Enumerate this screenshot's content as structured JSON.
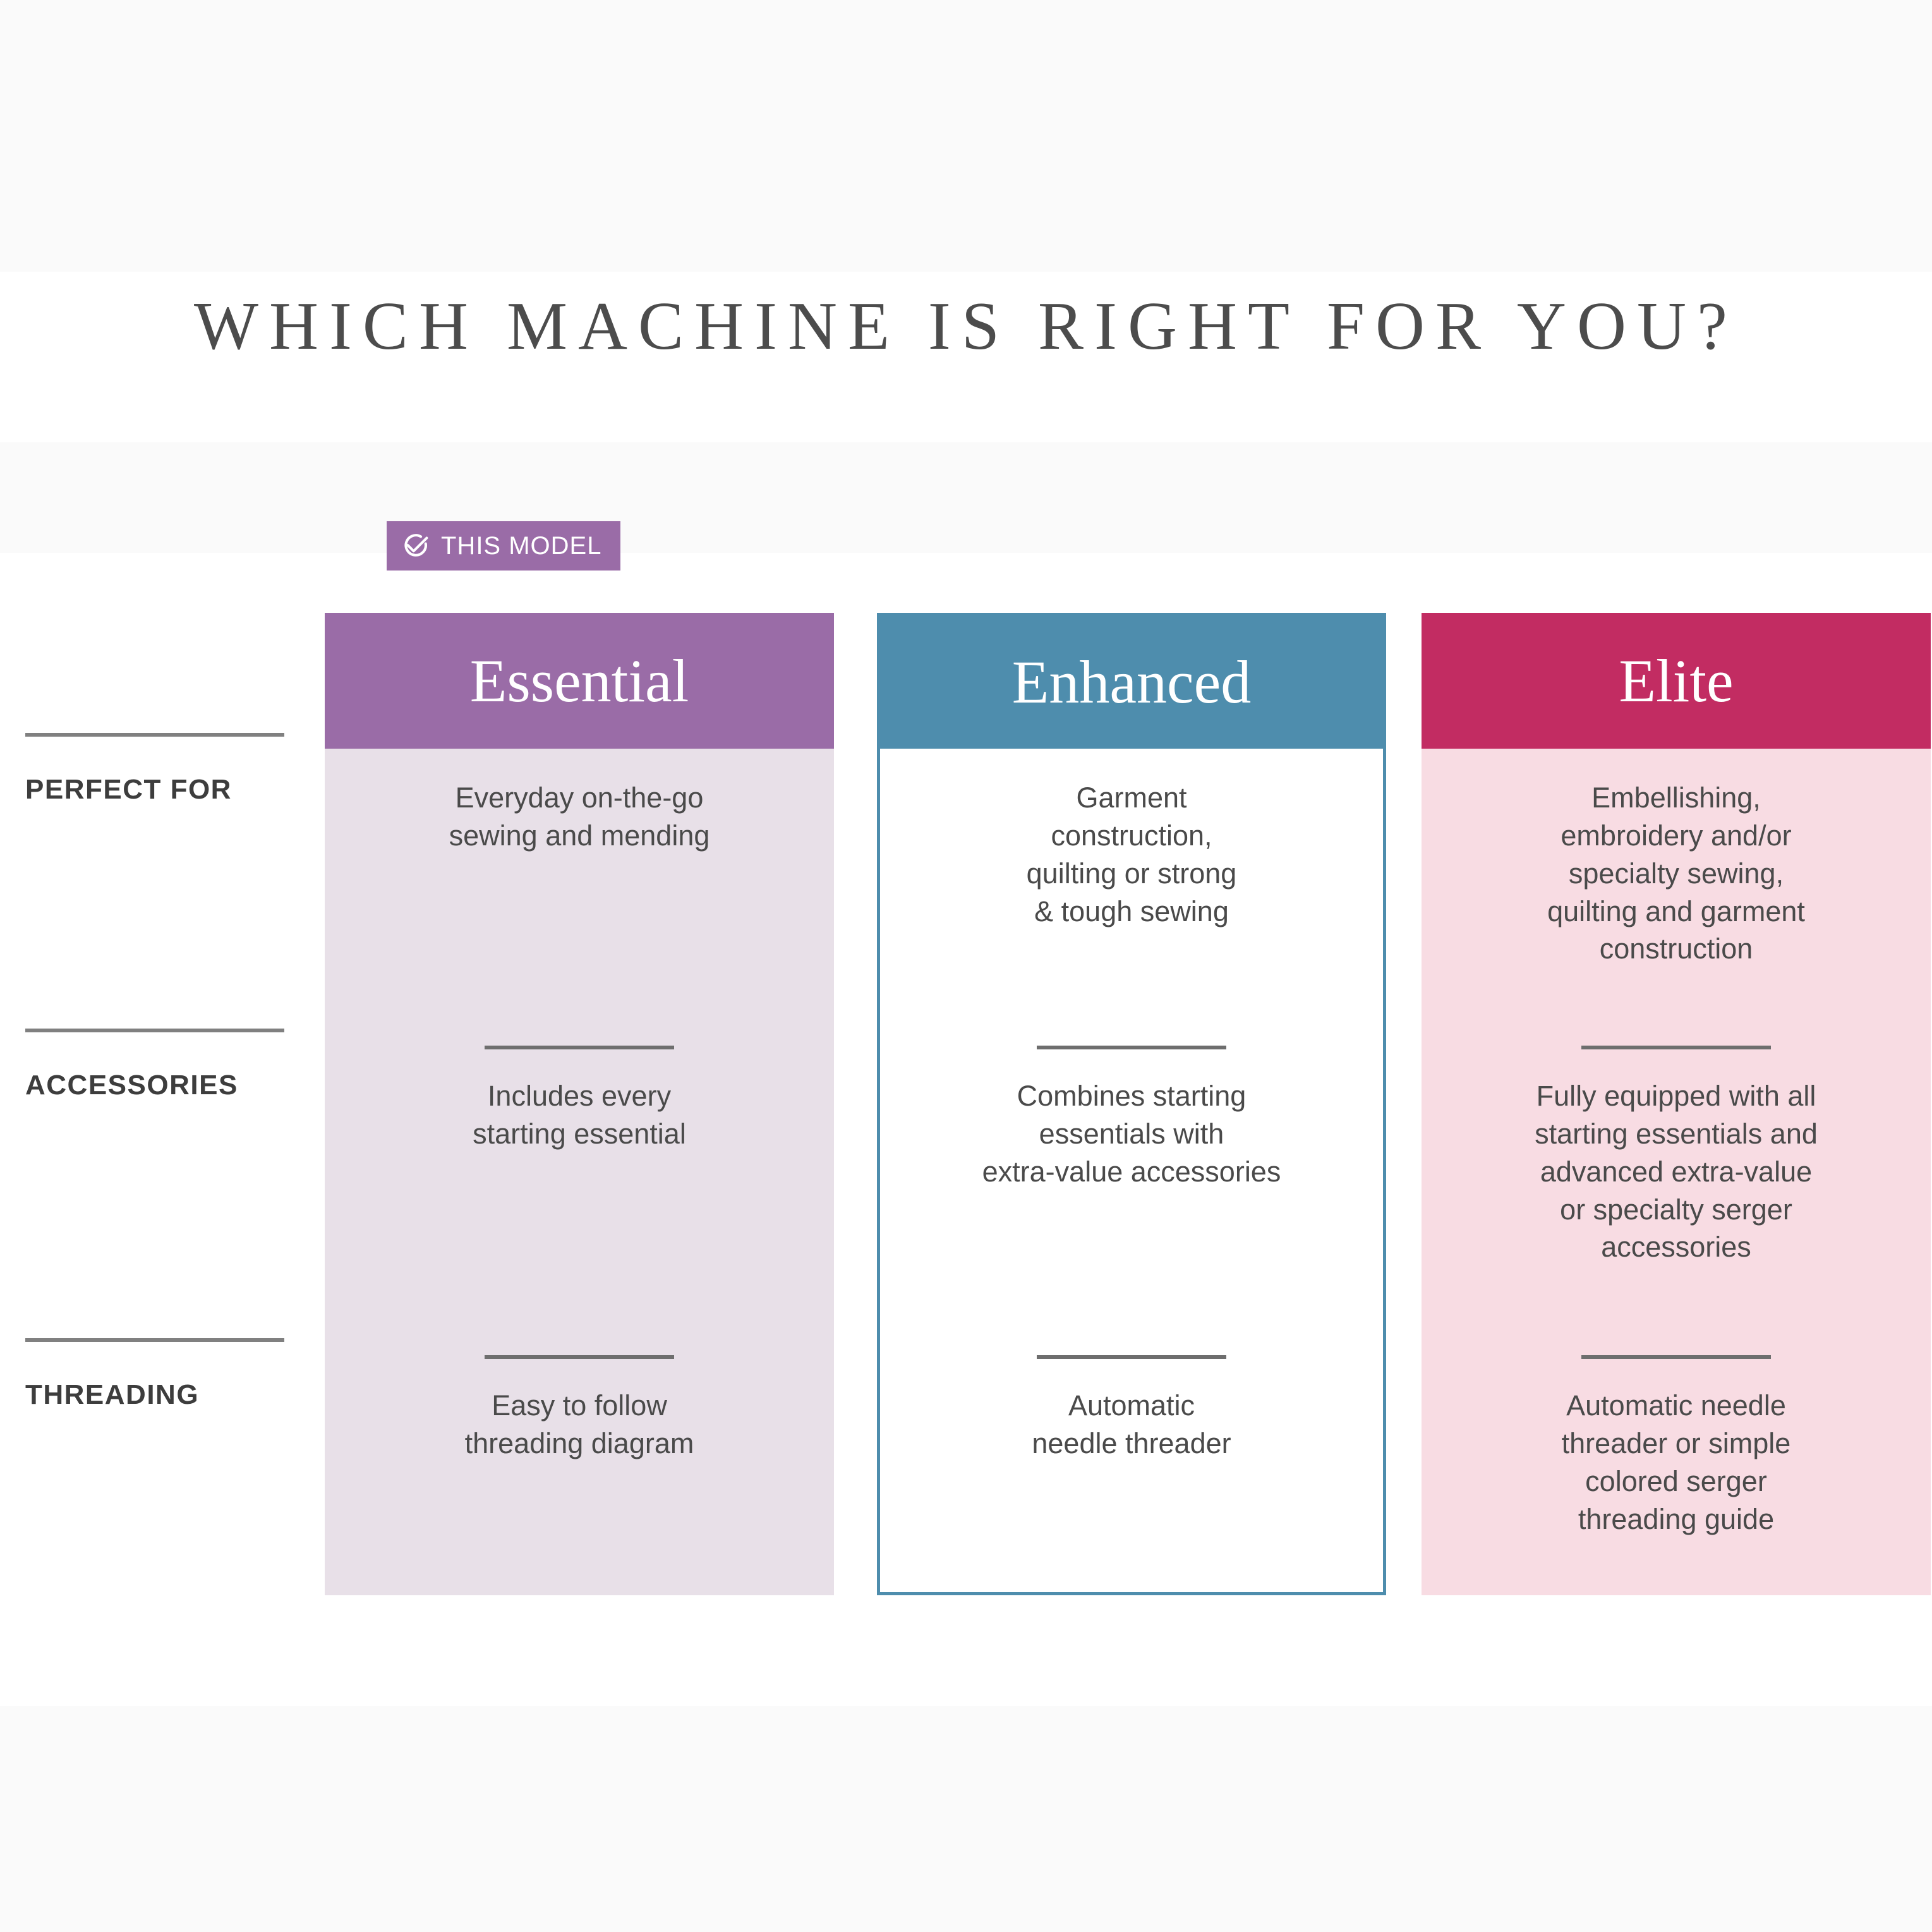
{
  "page": {
    "title": "WHICH MACHINE IS RIGHT FOR YOU?"
  },
  "colors": {
    "essential_header": "#9a6ca7",
    "essential_body": "#e8e0e8",
    "enhanced_header": "#4e8dad",
    "enhanced_body": "#ffffff",
    "elite_header": "#c22c62",
    "elite_body": "#f8dce3",
    "badge": "#9a6ca7",
    "text": "#4a4a4a",
    "rule": "#6e6e6e"
  },
  "badge": {
    "label": "THIS MODEL",
    "icon": "check-circle-icon",
    "applies_to": "Essential"
  },
  "row_labels": [
    "PERFECT FOR",
    "ACCESSORIES",
    "THREADING"
  ],
  "columns": [
    {
      "name": "Essential",
      "highlighted": false,
      "selected": true,
      "cells": [
        "Everyday on-the-go\nsewing and mending",
        "Includes every\nstarting essential",
        "Easy to follow\nthreading diagram"
      ]
    },
    {
      "name": "Enhanced",
      "highlighted": true,
      "selected": false,
      "cells": [
        "Garment\nconstruction,\nquilting or strong\n& tough sewing",
        "Combines starting\nessentials with\nextra-value accessories",
        "Automatic\nneedle threader"
      ]
    },
    {
      "name": "Elite",
      "highlighted": false,
      "selected": false,
      "cells": [
        "Embellishing,\nembroidery and/or\nspecialty sewing,\nquilting and garment\nconstruction",
        "Fully equipped with all\nstarting essentials and\nadvanced extra-value\nor specialty serger\naccessories",
        "Automatic needle\nthreader or simple\ncolored serger\nthreading guide"
      ]
    }
  ]
}
